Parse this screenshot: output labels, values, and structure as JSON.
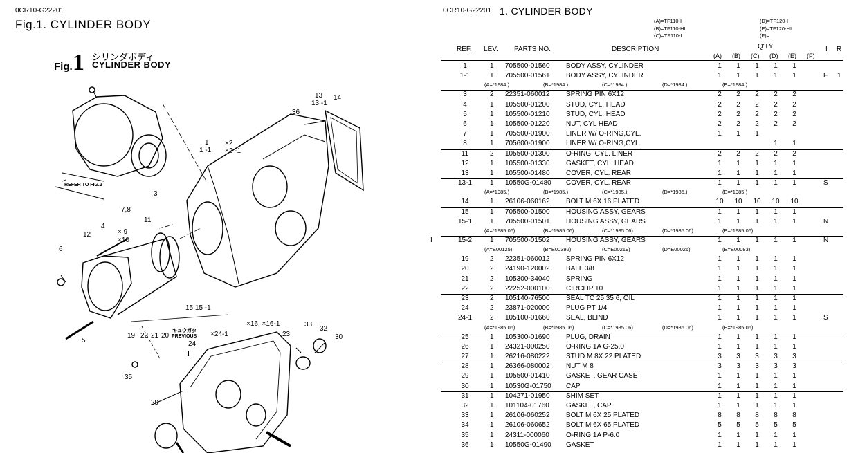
{
  "left": {
    "doc_code": "0CR10-G22201",
    "fig_title": "Fig.1.  CYLINDER BODY",
    "fig_word": "Fig.",
    "fig_number": "1",
    "fig_jp": "シリンダボディ",
    "fig_en": "CYLINDER BODY",
    "callouts": {
      "c1": "1",
      "c1_1": "1 -1",
      "x2": "×2",
      "x2_1": "×2 -1",
      "c3": "3",
      "c36": "36",
      "c13": "13",
      "c13_1": "13 -1",
      "c14": "14",
      "c7_8": "7,8",
      "x9": "× 9",
      "x10": "×10",
      "c11": "11",
      "c12": "12",
      "c4": "4",
      "c6": "6",
      "c5": "5",
      "refer": "REFER TO FIG.2",
      "c15": "15,15 -1",
      "c24_1": "×24-1",
      "c16": "×16, ×16-1",
      "c33": "33",
      "c32": "32",
      "c23": "23",
      "c30": "30",
      "c19": "19",
      "c22": "22",
      "c21": "21",
      "c20": "20",
      "previous_jp": "キュウガタ",
      "previous": "PREVIOUS",
      "c24": "24",
      "c35": "35",
      "c29": "29"
    }
  },
  "right": {
    "doc_code": "0CR10-G22201",
    "title": "1.  CYLINDER BODY",
    "models_col1": [
      "(A)=TF110-I",
      "(B)=TF110-HI",
      "(C)=TF110-LI"
    ],
    "models_col2": [
      "(D)=TF120-I",
      "(E)=TF120-HI",
      "(F)="
    ],
    "headers": {
      "ref": "REF.",
      "lev": "LEV.",
      "parts": "PARTS NO.",
      "desc": "DESCRIPTION",
      "qty": "Q'TY",
      "i": "I",
      "r": "R",
      "a": "(A)",
      "b": "(B)",
      "c": "(C)",
      "d": "(D)",
      "e": "(E)",
      "f": "(F)"
    },
    "rows": [
      {
        "ref": "1",
        "lev": "1",
        "pn": "705500-01560",
        "desc": "BODY ASSY, CYLINDER",
        "q": [
          "1",
          "1",
          "1",
          "1",
          "1",
          ""
        ],
        "i": "",
        "r": ""
      },
      {
        "ref": "1-1",
        "lev": "1",
        "pn": "705500-01561",
        "desc": "BODY ASSY, CYLINDER",
        "q": [
          "1",
          "1",
          "1",
          "1",
          "1",
          ""
        ],
        "i": "F",
        "r": "1"
      },
      {
        "note": [
          "(A=*1984.)",
          "(B=*1984.)",
          "(C=*1984.)",
          "(D=*1984.)",
          "(E=*1984.)"
        ]
      },
      {
        "ref": "3",
        "lev": "2",
        "pn": "22351-060012",
        "desc": "SPRING PIN 6X12",
        "q": [
          "2",
          "2",
          "2",
          "2",
          "2",
          ""
        ],
        "i": "",
        "r": ""
      },
      {
        "ref": "4",
        "lev": "1",
        "pn": "105500-01200",
        "desc": "STUD, CYL. HEAD",
        "q": [
          "2",
          "2",
          "2",
          "2",
          "2",
          ""
        ],
        "i": "",
        "r": ""
      },
      {
        "ref": "5",
        "lev": "1",
        "pn": "105500-01210",
        "desc": "STUD, CYL. HEAD",
        "q": [
          "2",
          "2",
          "2",
          "2",
          "2",
          ""
        ],
        "i": "",
        "r": ""
      },
      {
        "ref": "6",
        "lev": "1",
        "pn": "105500-01220",
        "desc": "NUT, CYL HEAD",
        "q": [
          "2",
          "2",
          "2",
          "2",
          "2",
          ""
        ],
        "i": "",
        "r": ""
      },
      {
        "ref": "7",
        "lev": "1",
        "pn": "705500-01900",
        "desc": "LINER W/ O-RING,CYL.",
        "q": [
          "1",
          "1",
          "1",
          "",
          "",
          ""
        ],
        "i": "",
        "r": ""
      },
      {
        "ref": "8",
        "lev": "1",
        "pn": "705600-01900",
        "desc": "LINER W/ O-RING,CYL.",
        "q": [
          "",
          "",
          "",
          "1",
          "1",
          ""
        ],
        "i": "",
        "r": ""
      },
      {
        "ref": "11",
        "lev": "2",
        "pn": "105500-01300",
        "desc": "O-RING, CYL. LINER",
        "q": [
          "2",
          "2",
          "2",
          "2",
          "2",
          ""
        ],
        "i": "",
        "r": ""
      },
      {
        "ref": "12",
        "lev": "1",
        "pn": "105500-01330",
        "desc": "GASKET, CYL. HEAD",
        "q": [
          "1",
          "1",
          "1",
          "1",
          "1",
          ""
        ],
        "i": "",
        "r": ""
      },
      {
        "ref": "13",
        "lev": "1",
        "pn": "105500-01480",
        "desc": "COVER, CYL. REAR",
        "q": [
          "1",
          "1",
          "1",
          "1",
          "1",
          ""
        ],
        "i": "",
        "r": ""
      },
      {
        "ref": "13-1",
        "lev": "1",
        "pn": "10550G-01480",
        "desc": "COVER, CYL. REAR",
        "q": [
          "1",
          "1",
          "1",
          "1",
          "1",
          ""
        ],
        "i": "S",
        "r": ""
      },
      {
        "note": [
          "(A=*1985.)",
          "(B=*1985.)",
          "(C=*1985.)",
          "(D=*1985.)",
          "(E=*1985.)"
        ]
      },
      {
        "ref": "14",
        "lev": "1",
        "pn": "26106-060162",
        "desc": "BOLT M 6X 16 PLATED",
        "q": [
          "10",
          "10",
          "10",
          "10",
          "10",
          ""
        ],
        "i": "",
        "r": ""
      },
      {
        "ref": "15",
        "lev": "1",
        "pn": "705500-01500",
        "desc": "HOUSING ASSY, GEARS",
        "q": [
          "1",
          "1",
          "1",
          "1",
          "1",
          ""
        ],
        "i": "",
        "r": ""
      },
      {
        "ref": "15-1",
        "lev": "1",
        "pn": "705500-01501",
        "desc": "HOUSING ASSY, GEARS",
        "q": [
          "1",
          "1",
          "1",
          "1",
          "1",
          ""
        ],
        "i": "N",
        "r": ""
      },
      {
        "note": [
          "(A=*1985.06)",
          "(B=*1985.06)",
          "(C=*1985.06)",
          "(D=*1985.06)",
          "(E=*1985.06)"
        ]
      },
      {
        "ref": "15-2",
        "lev": "1",
        "pn": "705500-01502",
        "desc": "HOUSING ASSY, GEARS",
        "q": [
          "1",
          "1",
          "1",
          "1",
          "1",
          ""
        ],
        "i": "N",
        "r": "",
        "mark": "I"
      },
      {
        "note": [
          "(A=E00125)",
          "(B=E00392)",
          "(C=E00219)",
          "(D=E00026)",
          "(E=E00083)"
        ]
      },
      {
        "ref": "19",
        "lev": "2",
        "pn": "22351-060012",
        "desc": "SPRING PIN 6X12",
        "q": [
          "1",
          "1",
          "1",
          "1",
          "1",
          ""
        ],
        "i": "",
        "r": ""
      },
      {
        "ref": "20",
        "lev": "2",
        "pn": "24190-120002",
        "desc": "BALL 3/8",
        "q": [
          "1",
          "1",
          "1",
          "1",
          "1",
          ""
        ],
        "i": "",
        "r": ""
      },
      {
        "ref": "21",
        "lev": "2",
        "pn": "105300-34040",
        "desc": "SPRING",
        "q": [
          "1",
          "1",
          "1",
          "1",
          "1",
          ""
        ],
        "i": "",
        "r": ""
      },
      {
        "ref": "22",
        "lev": "2",
        "pn": "22252-000100",
        "desc": "CIRCLIP  10",
        "q": [
          "1",
          "1",
          "1",
          "1",
          "1",
          ""
        ],
        "i": "",
        "r": ""
      },
      {
        "ref": "23",
        "lev": "2",
        "pn": "105140-76500",
        "desc": "SEAL TC 25 35 6, OIL",
        "q": [
          "1",
          "1",
          "1",
          "1",
          "1",
          ""
        ],
        "i": "",
        "r": ""
      },
      {
        "ref": "24",
        "lev": "2",
        "pn": "23871-020000",
        "desc": "PLUG PT 1/4",
        "q": [
          "1",
          "1",
          "1",
          "1",
          "1",
          ""
        ],
        "i": "",
        "r": ""
      },
      {
        "ref": "24-1",
        "lev": "2",
        "pn": "105100-01660",
        "desc": "SEAL, BLIND",
        "q": [
          "1",
          "1",
          "1",
          "1",
          "1",
          ""
        ],
        "i": "S",
        "r": ""
      },
      {
        "note": [
          "(A=*1985.06)",
          "(B=*1985.06)",
          "(C=*1985.06)",
          "(D=*1985.06)",
          "(E=*1985.06)"
        ]
      },
      {
        "ref": "25",
        "lev": "1",
        "pn": "105300-01690",
        "desc": "PLUG, DRAIN",
        "q": [
          "1",
          "1",
          "1",
          "1",
          "1",
          ""
        ],
        "i": "",
        "r": ""
      },
      {
        "ref": "26",
        "lev": "1",
        "pn": "24321-000250",
        "desc": "O-RING 1A G-25.0",
        "q": [
          "1",
          "1",
          "1",
          "1",
          "1",
          ""
        ],
        "i": "",
        "r": ""
      },
      {
        "ref": "27",
        "lev": "1",
        "pn": "26216-080222",
        "desc": "STUD M 8X 22 PLATED",
        "q": [
          "3",
          "3",
          "3",
          "3",
          "3",
          ""
        ],
        "i": "",
        "r": ""
      },
      {
        "ref": "28",
        "lev": "1",
        "pn": "26366-080002",
        "desc": "NUT M 8",
        "q": [
          "3",
          "3",
          "3",
          "3",
          "3",
          ""
        ],
        "i": "",
        "r": ""
      },
      {
        "ref": "29",
        "lev": "1",
        "pn": "105500-01410",
        "desc": "GASKET, GEAR CASE",
        "q": [
          "1",
          "1",
          "1",
          "1",
          "1",
          ""
        ],
        "i": "",
        "r": ""
      },
      {
        "ref": "30",
        "lev": "1",
        "pn": "10530G-01750",
        "desc": "CAP",
        "q": [
          "1",
          "1",
          "1",
          "1",
          "1",
          ""
        ],
        "i": "",
        "r": ""
      },
      {
        "ref": "31",
        "lev": "1",
        "pn": "104271-01950",
        "desc": "SHIM SET",
        "q": [
          "1",
          "1",
          "1",
          "1",
          "1",
          ""
        ],
        "i": "",
        "r": ""
      },
      {
        "ref": "32",
        "lev": "1",
        "pn": "101104-01760",
        "desc": "GASKET, CAP",
        "q": [
          "1",
          "1",
          "1",
          "1",
          "1",
          ""
        ],
        "i": "",
        "r": ""
      },
      {
        "ref": "33",
        "lev": "1",
        "pn": "26106-060252",
        "desc": "BOLT M 6X 25 PLATED",
        "q": [
          "8",
          "8",
          "8",
          "8",
          "8",
          ""
        ],
        "i": "",
        "r": ""
      },
      {
        "ref": "34",
        "lev": "1",
        "pn": "26106-060652",
        "desc": "BOLT M 6X 65 PLATED",
        "q": [
          "5",
          "5",
          "5",
          "5",
          "5",
          ""
        ],
        "i": "",
        "r": ""
      },
      {
        "ref": "35",
        "lev": "1",
        "pn": "24311-000060",
        "desc": "O-RING 1A P-6.0",
        "q": [
          "1",
          "1",
          "1",
          "1",
          "1",
          ""
        ],
        "i": "",
        "r": ""
      },
      {
        "ref": "36",
        "lev": "1",
        "pn": "10550G-01490",
        "desc": "GASKET",
        "q": [
          "1",
          "1",
          "1",
          "1",
          "1",
          ""
        ],
        "i": "",
        "r": ""
      }
    ]
  }
}
